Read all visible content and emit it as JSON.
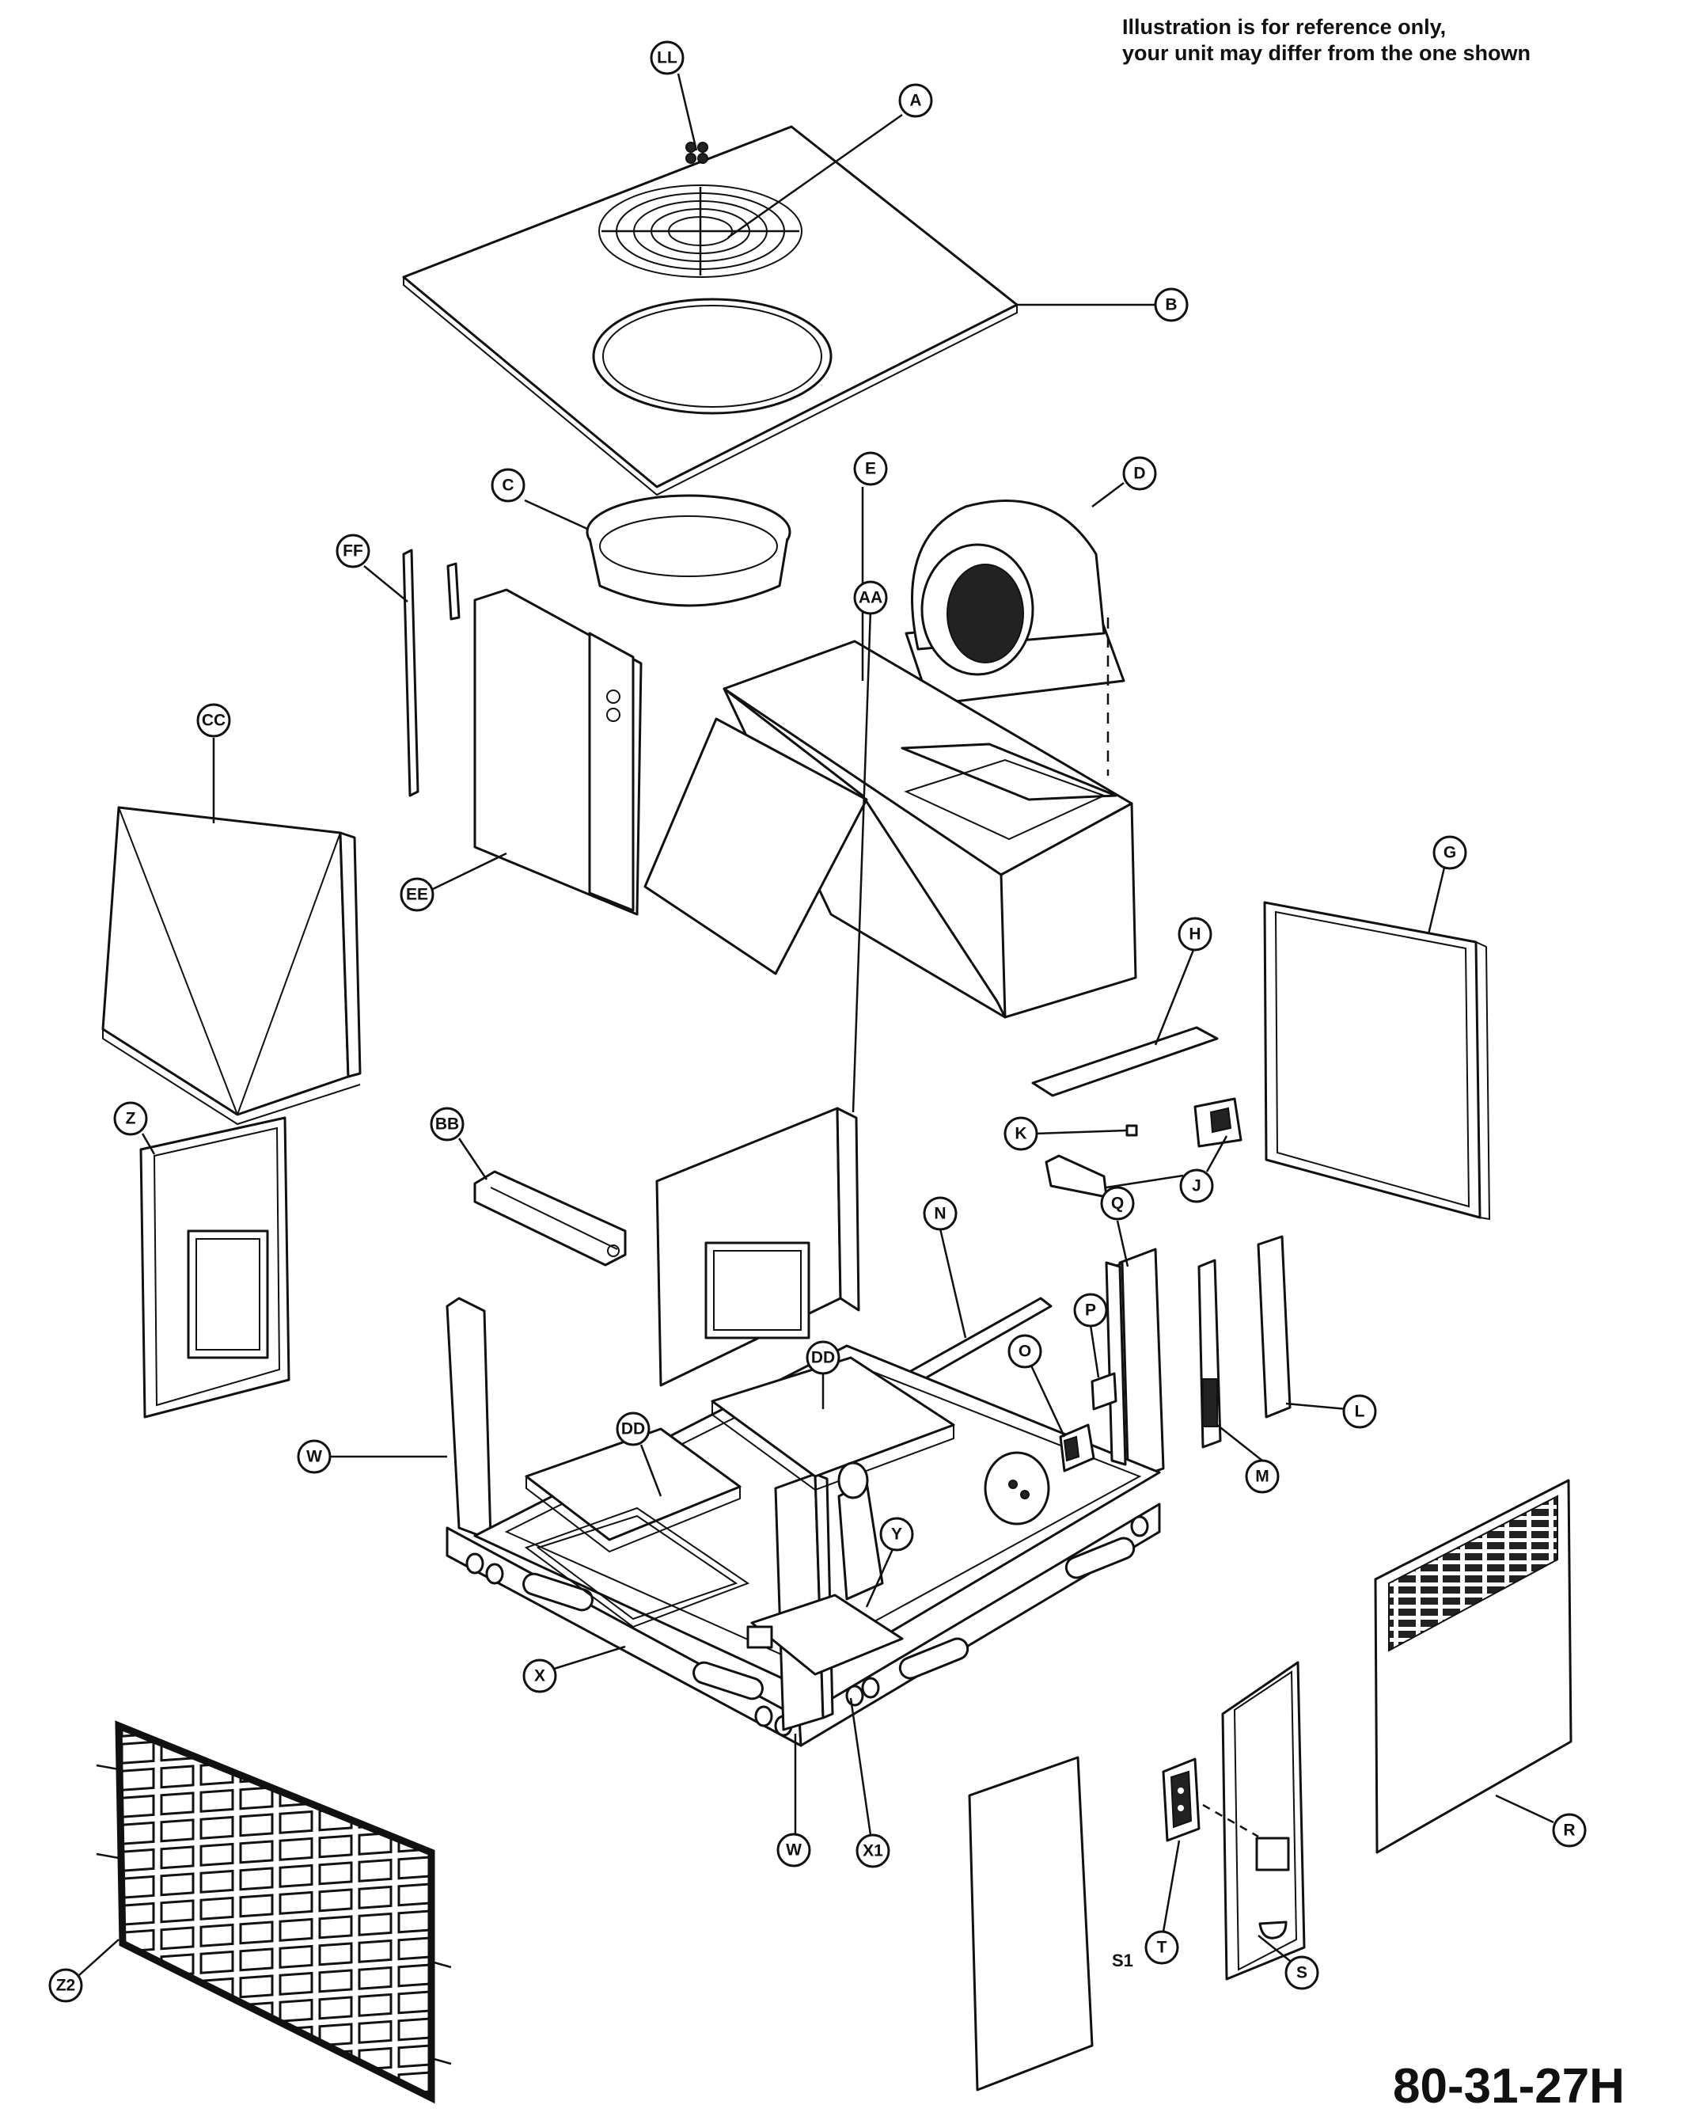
{
  "note": {
    "line1": "Illustration is for reference only,",
    "line2": "your unit may differ from the one shown"
  },
  "figure_number": "80-31-27H",
  "callouts": {
    "LL": "LL",
    "A": "A",
    "B": "B",
    "C": "C",
    "D": "D",
    "E": "E",
    "FF": "FF",
    "CC": "CC",
    "EE": "EE",
    "G": "G",
    "H": "H",
    "K": "K",
    "J": "J",
    "AA": "AA",
    "BB": "BB",
    "Z": "Z",
    "Q": "Q",
    "N": "N",
    "L": "L",
    "P": "P",
    "O": "O",
    "M": "M",
    "DD1": "DD",
    "DD2": "DD",
    "W1": "W",
    "Y": "Y",
    "X": "X",
    "W2": "W",
    "X1": "X1",
    "R": "R",
    "T": "T",
    "S": "S",
    "S1": "S1",
    "Z2": "Z2"
  }
}
